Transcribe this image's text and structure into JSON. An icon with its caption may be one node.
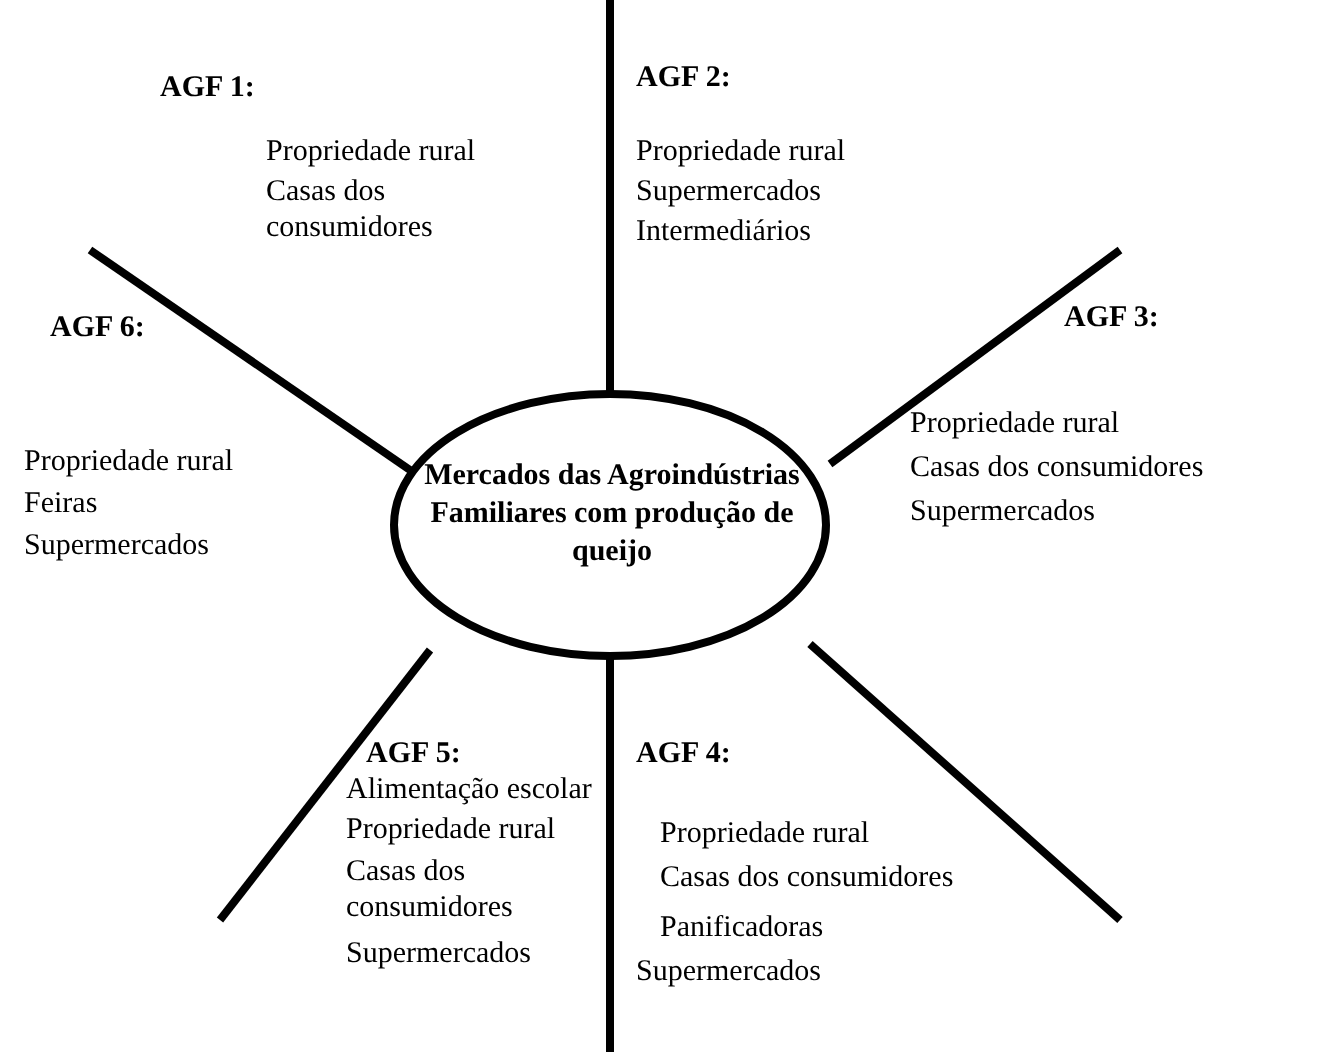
{
  "diagram": {
    "nodes": [
      {
        "text": [
          "Mercados das Agroindústrias Familiares com produção de queijo"
        ]
      }
    ],
    "labels": [
      "AGF 1:",
      "Propriedade rural",
      "Casas dos consumidores",
      "AGF 2:",
      "Propriedade rural",
      "Supermercados",
      "Intermediários",
      "AGF 6:",
      "AGF 3:",
      "Propriedade rural",
      "Feiras",
      "Supermercados",
      "Propriedade rural",
      "Casas dos consumidores",
      "Supermercados",
      "AGF 5:",
      "Alimentação escolar",
      "Propriedade rural",
      "Casas dos consumidores",
      "Supermercados",
      "AGF 4:",
      "Propriedade rural",
      "Casas dos consumidores",
      "Panificadoras",
      "Supermercados"
    ]
  }
}
